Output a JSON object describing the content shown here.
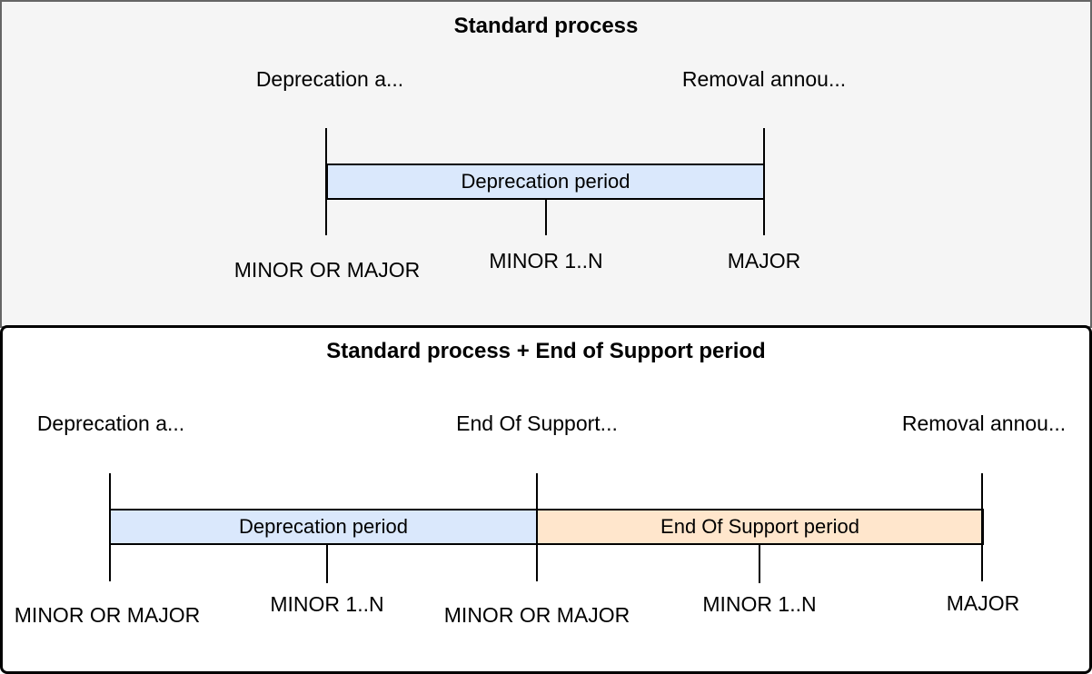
{
  "top_panel": {
    "title": "Standard process",
    "milestones": {
      "left": "Deprecation a...",
      "right": "Removal annou..."
    },
    "period_bar_label": "Deprecation period",
    "versions": [
      "MINOR OR MAJOR",
      "MINOR 1..N",
      "MAJOR"
    ]
  },
  "bottom_panel": {
    "title": "Standard process + End of Support period",
    "milestones": {
      "left": "Deprecation a...",
      "middle": "End Of Support...",
      "right": "Removal annou..."
    },
    "period_bar_labels": {
      "deprecation": "Deprecation period",
      "end_of_support": "End Of Support period"
    },
    "versions": [
      "MINOR OR MAJOR",
      "MINOR 1..N",
      "MINOR OR MAJOR",
      "MINOR 1..N",
      "MAJOR"
    ]
  },
  "colors": {
    "top_panel_bg": "#f5f5f5",
    "top_panel_border": "#666666",
    "bottom_panel_bg": "#ffffff",
    "bottom_panel_border": "#000000",
    "deprecation_fill": "#dae8fc",
    "end_of_support_fill": "#ffe6cc",
    "line": "#000000",
    "text": "#000000"
  }
}
